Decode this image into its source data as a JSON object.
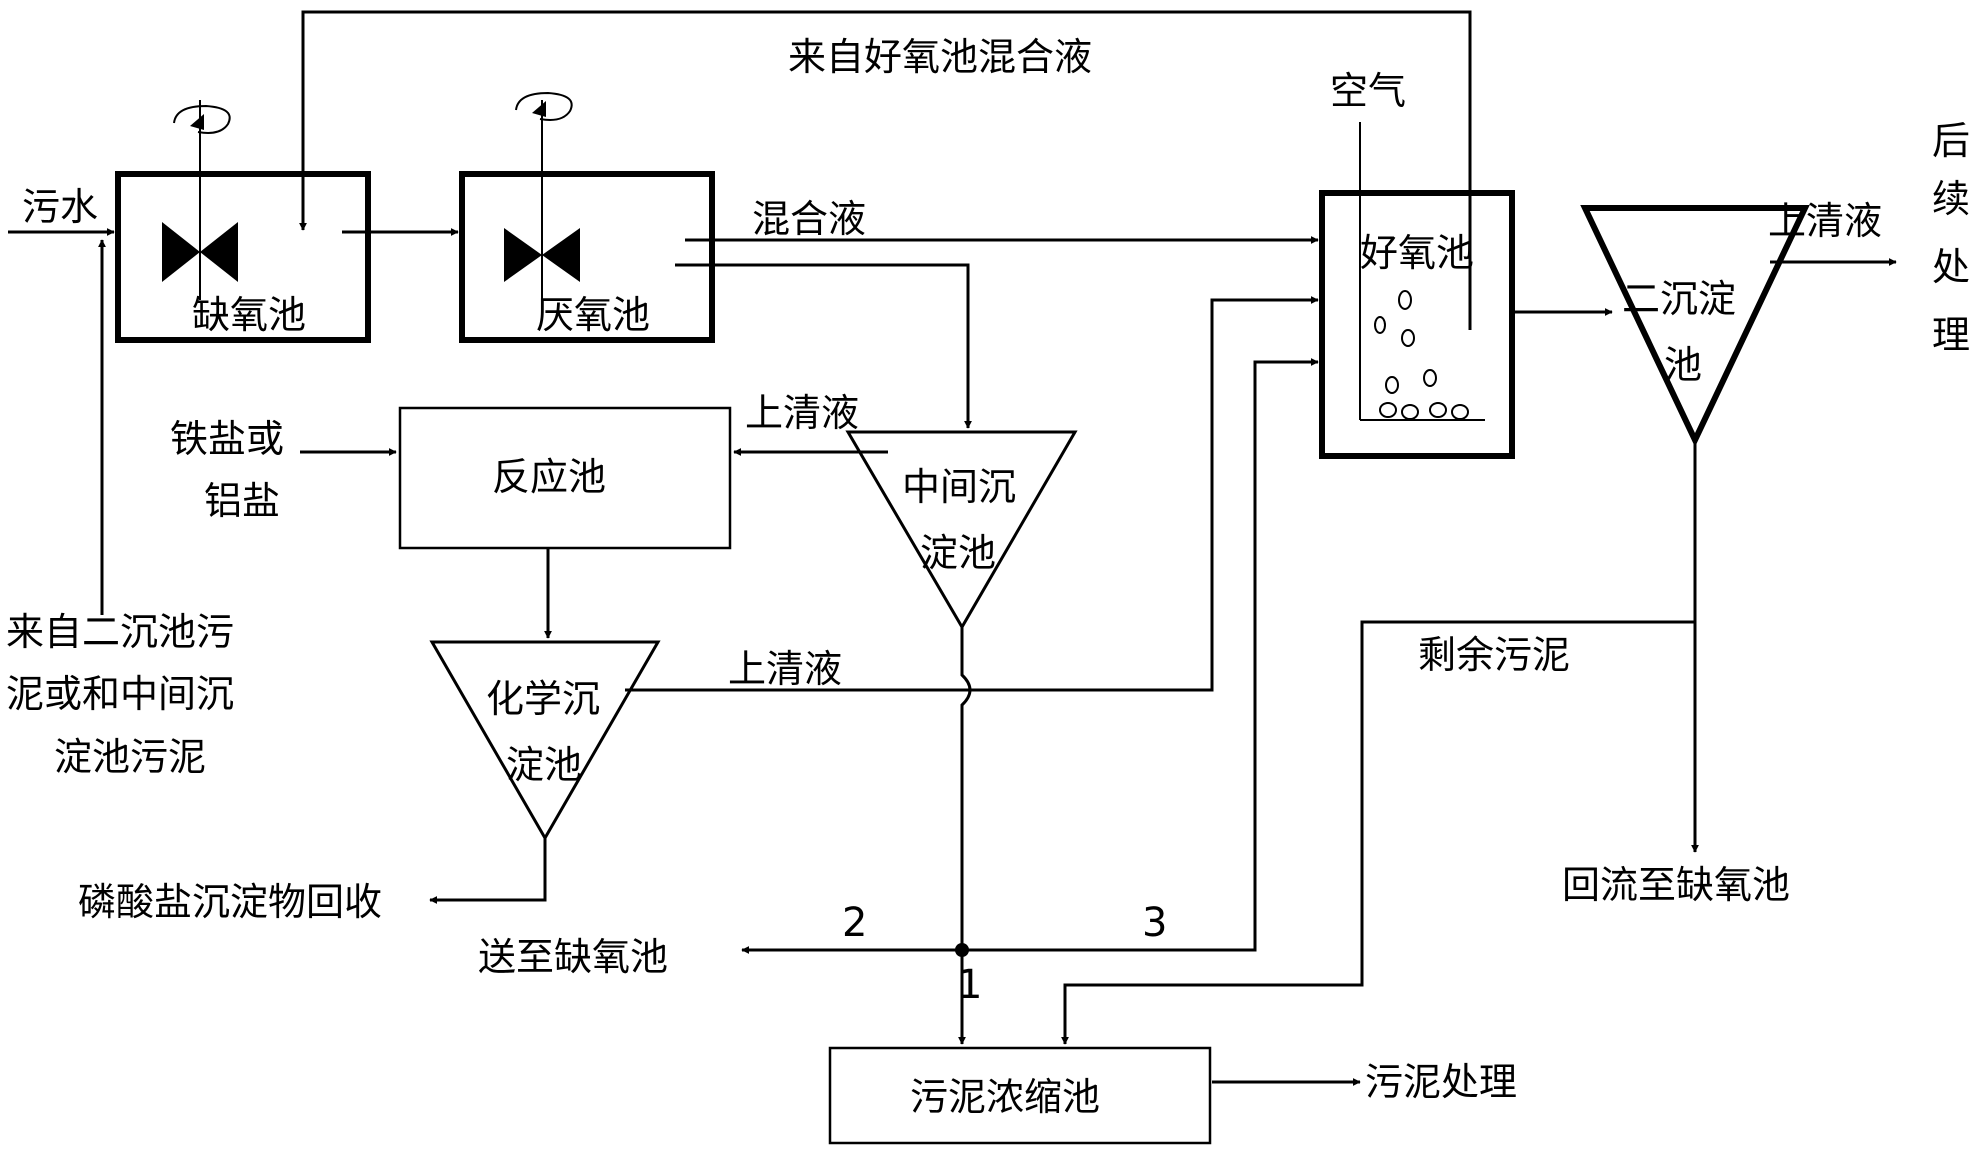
{
  "labels": {
    "wastewater": "污水",
    "anoxic_tank": "缺氧池",
    "anaerobic_tank": "厌氧池",
    "aerobic_tank": "好氧池",
    "secondary_clarifier_l1": "二沉淀",
    "secondary_clarifier_l2": "池",
    "from_aerobic": "来自好氧池混合液",
    "air": "空气",
    "mixed_liquor": "混合液",
    "supernatant_secondary": "上清液",
    "further_treatment": [
      "后",
      "续",
      "处",
      "理"
    ],
    "iron_aluminum_l1": "铁盐或",
    "iron_aluminum_l2": "铝盐",
    "reaction_tank": "反应池",
    "supernatant_intermediate": "上清液",
    "intermediate_clarifier_l1": "中间沉",
    "intermediate_clarifier_l2": "淀池",
    "from_sludge_l1": "来自二沉池污",
    "from_sludge_l2": "泥或和中间沉",
    "from_sludge_l3": "淀池污泥",
    "chemical_clarifier_l1": "化学沉",
    "chemical_clarifier_l2": "淀池",
    "supernatant_chemical": "上清液",
    "excess_sludge": "剩余污泥",
    "phosphate_recovery": "磷酸盐沉淀物回收",
    "return_anoxic": "回流至缺氧池",
    "route_2": "2",
    "route_3": "3",
    "route_1": "1",
    "send_anoxic": "送至缺氧池",
    "sludge_thickener": "污泥浓缩池",
    "sludge_treatment": "污泥处理"
  }
}
